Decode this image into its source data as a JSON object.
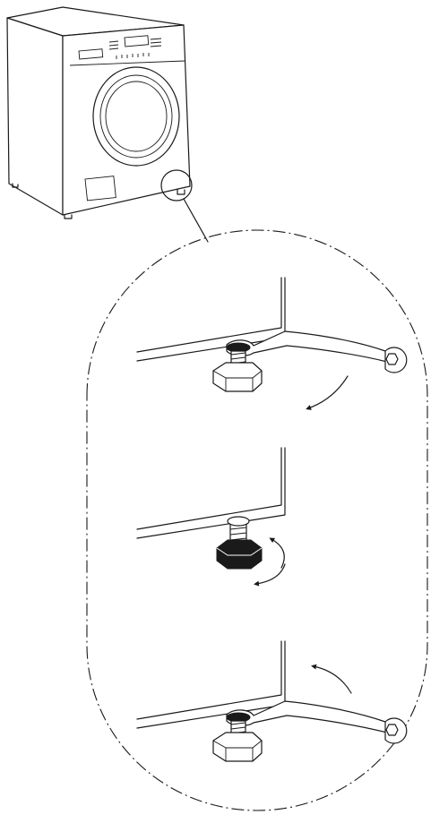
{
  "diagram": {
    "steps": [
      {
        "action": "loosen-locknut-with-wrench",
        "rotation": "counterclockwise"
      },
      {
        "action": "turn-foot-to-adjust-height",
        "rotation": "both-directions"
      },
      {
        "action": "tighten-locknut-with-wrench",
        "rotation": "clockwise"
      }
    ],
    "colors": {
      "line": "#1a1a1a",
      "background": "#ffffff"
    }
  }
}
